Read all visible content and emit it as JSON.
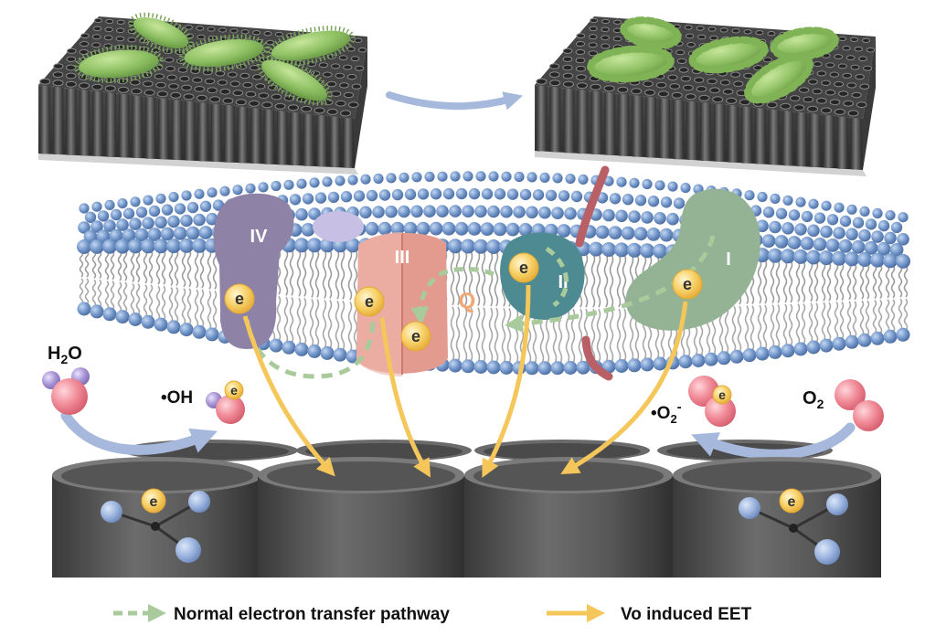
{
  "figure": {
    "protein_labels": {
      "complex_iv": "IV",
      "complex_iii": "III",
      "complex_ii": "II",
      "complex_i": "I"
    },
    "quinone_label": "Q",
    "electron_label": "e",
    "water": {
      "element_h": "H",
      "subscript": "2",
      "element_o": "O"
    },
    "hydroxyl_radical": "•OH",
    "superoxide": {
      "base": "•O",
      "subscript": "2",
      "superscript": "-"
    },
    "oxygen": {
      "element": "O",
      "subscript": "2"
    }
  },
  "legend": {
    "normal_pathway": "Normal electron transfer pathway",
    "vo_pathway": "Vo induced EET"
  },
  "colors": {
    "normal_pathway": "#a9ca9b",
    "vo_pathway": "#f5c65a",
    "complex_iv": "#8e82a6",
    "complex_iii": "#e39a8f",
    "complex_ii": "#4d8a91",
    "complex_i": "#94b394",
    "quinone": "#f2a874",
    "lipid_head": "#6f93c7",
    "nanotube": "#555555",
    "bacteria": "#8dbf62",
    "transition_arrow": "#a6b9dc"
  }
}
